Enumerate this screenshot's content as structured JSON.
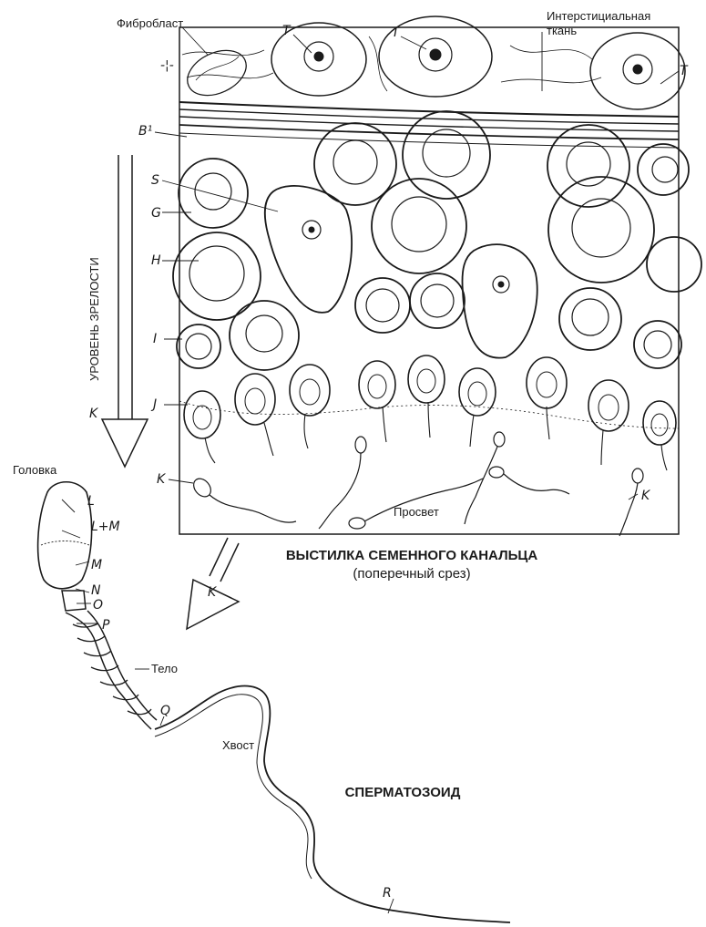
{
  "top_labels": {
    "fibroblast": "Фибробласт",
    "interstitial_1": "Интерстициальная",
    "interstitial_2": "ткань",
    "lumen": "Просвет",
    "head": "Головка",
    "body": "Тело",
    "tail": "Хвост",
    "maturity_axis": "УРОВЕНЬ ЗРЕЛОСТИ"
  },
  "section_title": {
    "line1": "ВЫСТИЛКА СЕМЕННОГО КАНАЛЬЦА",
    "line2": "(поперечный срез)"
  },
  "sperm_title": "СПЕРМАТОЗОИД",
  "letters": {
    "T": "T",
    "B1": "B¹",
    "S": "S",
    "G": "G",
    "H": "H",
    "I": "I",
    "J": "J",
    "K": "K",
    "L": "L",
    "LM": "L+M",
    "M": "M",
    "N": "N",
    "O": "O",
    "P": "P",
    "Q": "Q",
    "R": "R"
  }
}
